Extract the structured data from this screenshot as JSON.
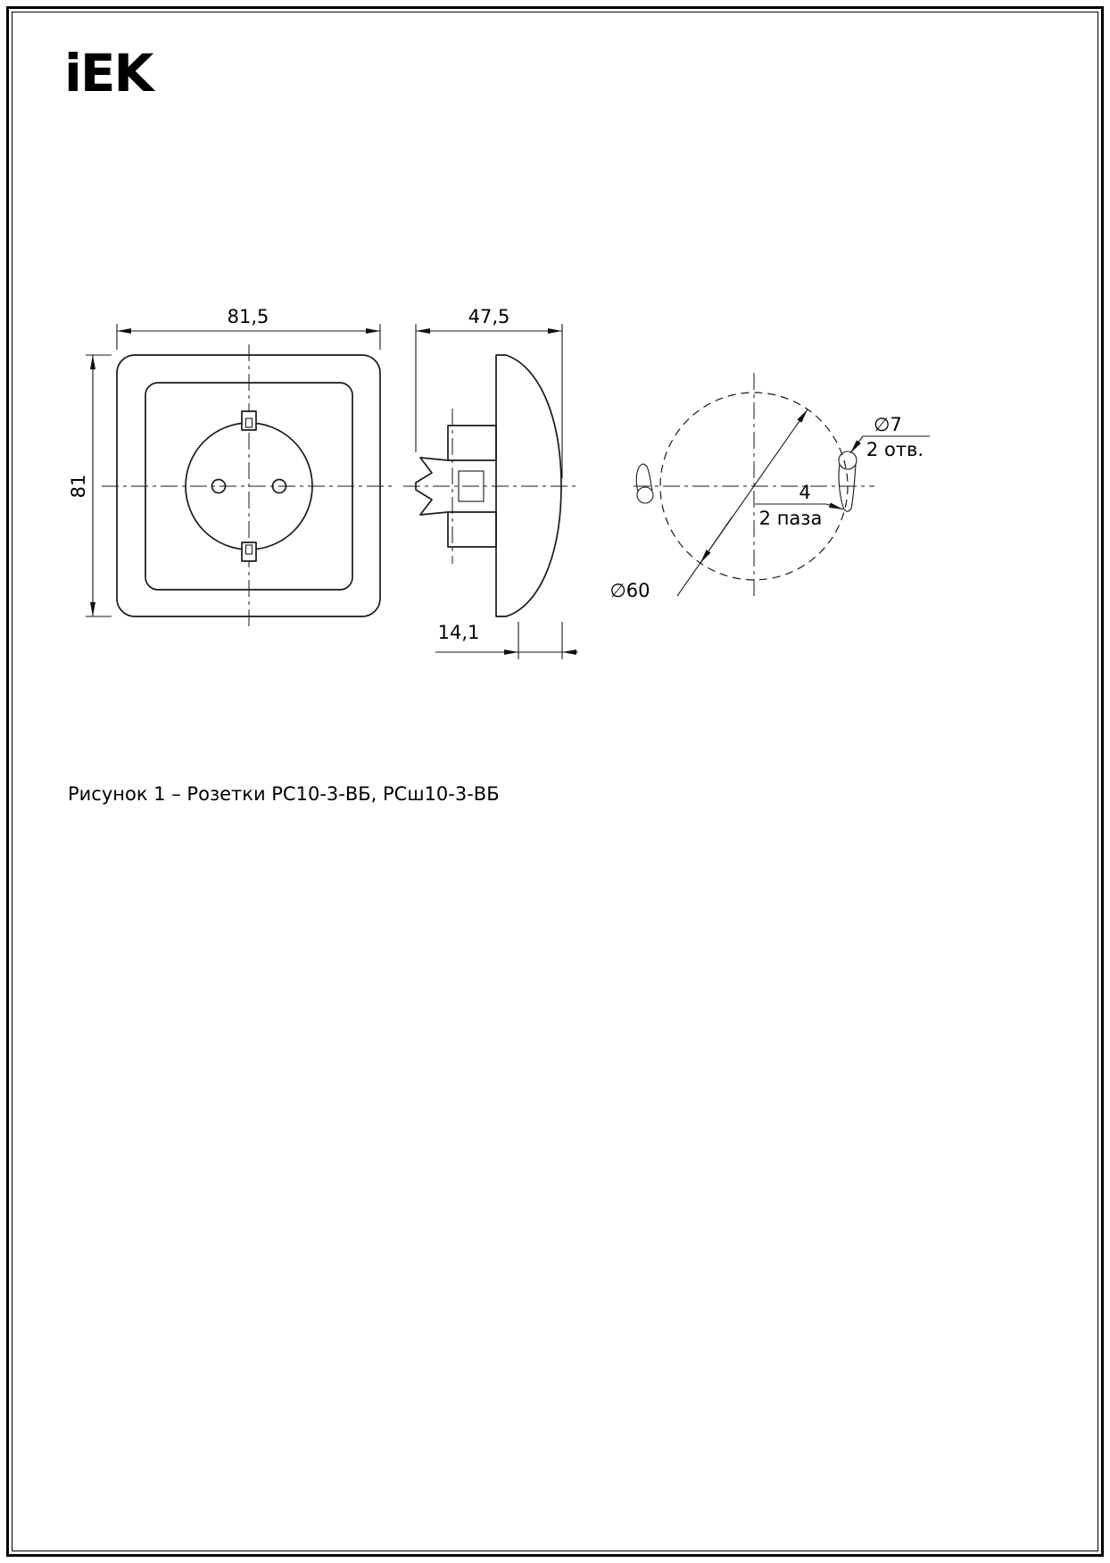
{
  "page": {
    "logo_text": "iEK",
    "caption": "Рисунок 1 – Розетки РС10-3-ВБ, РСш10-3-ВБ"
  },
  "drawing": {
    "front_view": {
      "width_dim": "81,5",
      "height_dim": "81"
    },
    "side_view": {
      "width_dim": "47,5",
      "depth_dim": "14,1"
    },
    "rear_view": {
      "diameter_dim": "∅60",
      "hole_dia_dim": "∅7",
      "hole_count": "2 отв.",
      "slot_width_dim": "4",
      "slot_count": "2 паза"
    }
  }
}
